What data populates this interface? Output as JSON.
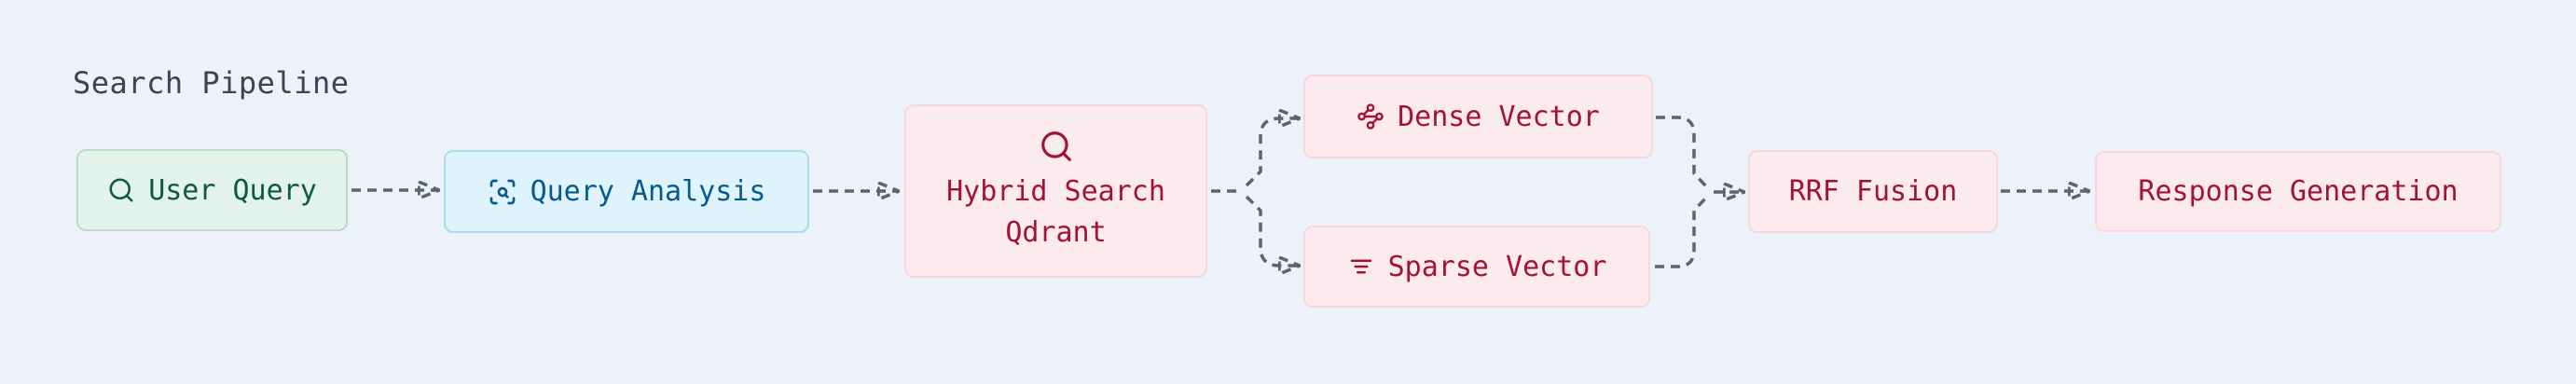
{
  "title": "Search Pipeline",
  "colors": {
    "background": "#edf1fa",
    "edge": "#5b6473",
    "title_text": "#3d4353",
    "green_bg": "#e3f3ec",
    "green_border": "#b6ddc8",
    "green_text": "#0d5847",
    "blue_bg": "#def3fb",
    "blue_border": "#aadbef",
    "blue_text": "#075a8c",
    "pink_bg": "#fcebee",
    "pink_border": "#f7d6dc",
    "pink_text": "#a31338"
  },
  "nodes": {
    "user_query": {
      "label": "User Query",
      "icon": "search-icon",
      "theme": "green"
    },
    "query_analysis": {
      "label": "Query Analysis",
      "icon": "scan-search-icon",
      "theme": "blue"
    },
    "hybrid_search": {
      "label_line1": "Hybrid Search",
      "label_line2": "Qdrant",
      "icon": "search-icon",
      "theme": "pink"
    },
    "dense_vector": {
      "label": "Dense Vector",
      "icon": "waypoints-icon",
      "theme": "pink"
    },
    "sparse_vector": {
      "label": "Sparse Vector",
      "icon": "sparse-lines-icon",
      "theme": "pink"
    },
    "rrf_fusion": {
      "label": "RRF Fusion",
      "theme": "pink"
    },
    "response_generation": {
      "label": "Response Generation",
      "theme": "pink"
    }
  },
  "edges": [
    {
      "from": "user_query",
      "to": "query_analysis",
      "style": "dashed-arrow"
    },
    {
      "from": "query_analysis",
      "to": "hybrid_search",
      "style": "dashed-arrow"
    },
    {
      "from": "hybrid_search",
      "to": "dense_vector",
      "style": "dashed-arrow-branch"
    },
    {
      "from": "hybrid_search",
      "to": "sparse_vector",
      "style": "dashed-arrow-branch"
    },
    {
      "from": "dense_vector",
      "to": "rrf_fusion",
      "style": "dashed-arrow-merge"
    },
    {
      "from": "sparse_vector",
      "to": "rrf_fusion",
      "style": "dashed-arrow-merge"
    },
    {
      "from": "rrf_fusion",
      "to": "response_generation",
      "style": "dashed-arrow"
    }
  ]
}
